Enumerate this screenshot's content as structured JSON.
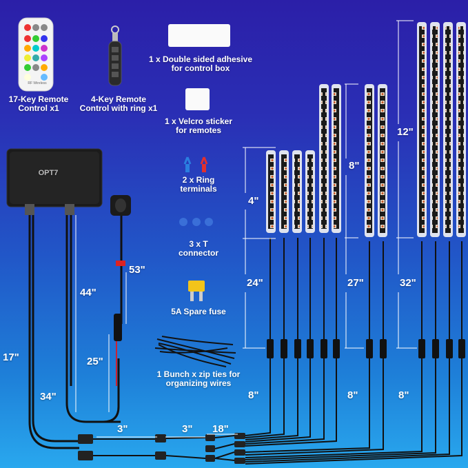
{
  "accessories": {
    "remote17": "17-Key Remote\nControl x1",
    "remote4": "4-Key Remote\nControl with ring x1",
    "adhesive": "1 x Double sided adhesive\nfor control box",
    "velcro": "1 x Velcro sticker\nfor remotes",
    "ring_terminals": "2 x Ring\nterminals",
    "t_connector": "3 x T\nconnector",
    "fuse": "5A Spare fuse",
    "zip_ties": "1 Bunch x zip ties for\norganizing wires"
  },
  "brand": "OPT7",
  "remote_small_text": "RF Wireless",
  "dimensions": {
    "bar_4": "4\"",
    "bar_8": "8\"",
    "bar_12": "12\"",
    "wire_24": "24\"",
    "wire_27": "27\"",
    "wire_32": "32\"",
    "pig_8a": "8\"",
    "pig_8b": "8\"",
    "pig_8c": "8\"",
    "cable_44": "44\"",
    "cable_53": "53\"",
    "cable_25": "25\"",
    "cable_17": "17\"",
    "cable_34": "34\"",
    "split_3a": "3\"",
    "split_3b": "3\"",
    "split_18": "18\""
  },
  "colors": {
    "bg_top": "#2b1fa8",
    "bg_bottom": "#29a8ee",
    "wire": "#111111",
    "dim_line": "#ffffff",
    "bar_tube": "#d9dde8"
  }
}
